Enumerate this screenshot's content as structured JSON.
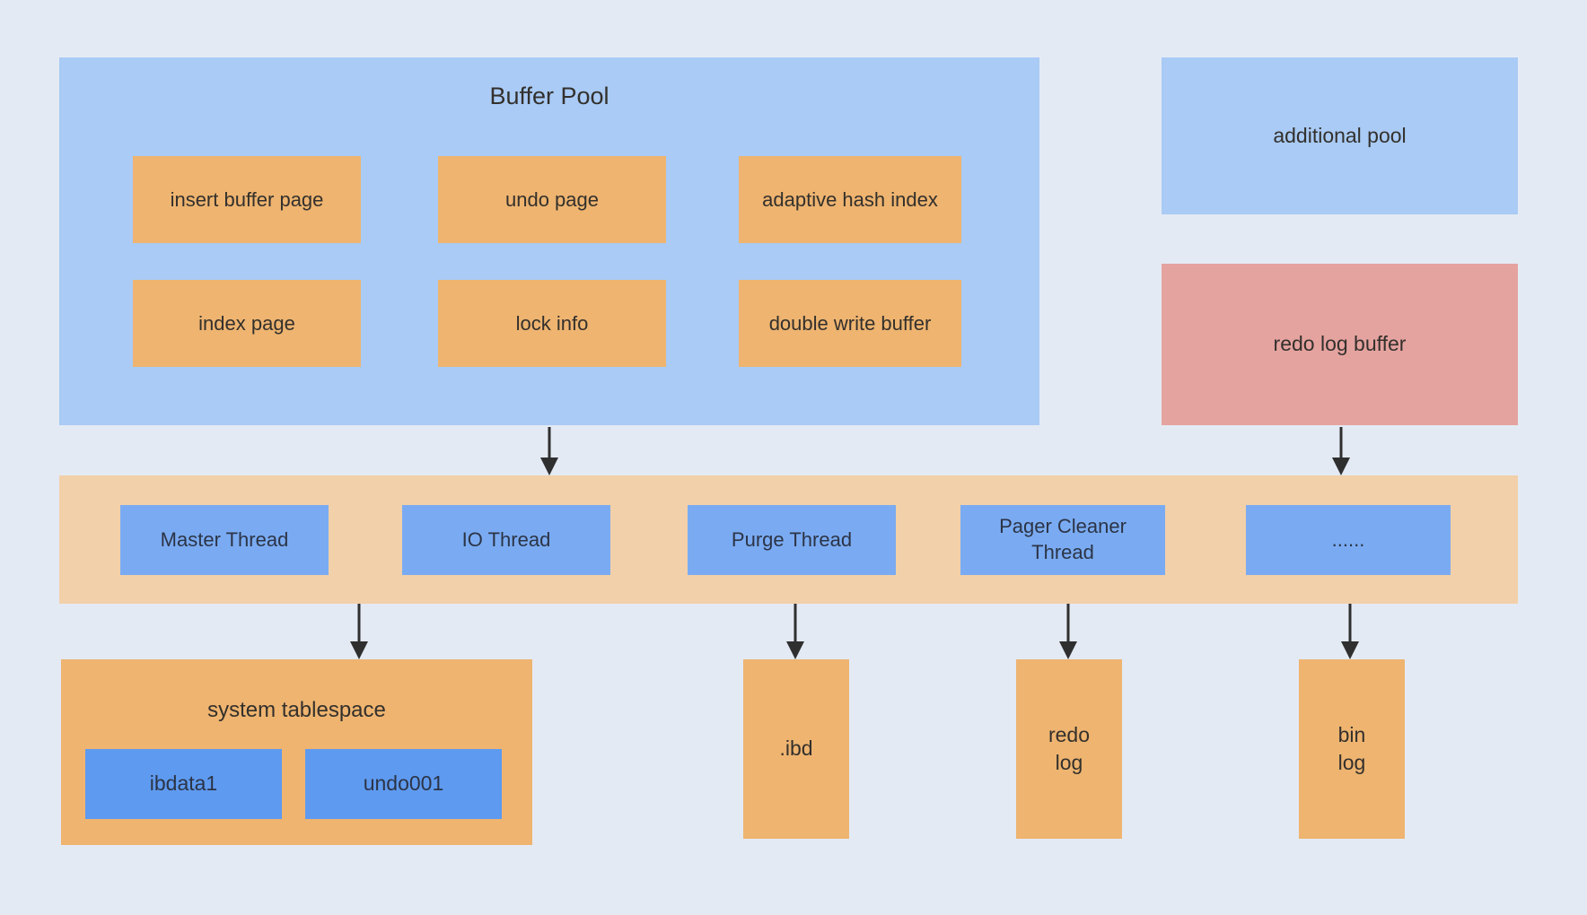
{
  "background_color": "#e4eaf4",
  "palette": {
    "pool_blue": "#a9cbf5",
    "thread_blue": "#7aabf2",
    "file_blue": "#5e9af0",
    "orange": "#eeb470",
    "light_orange": "#f2d0a9",
    "salmon": "#e5a3a0",
    "arrow": "#2f2f2f",
    "text": "#33302c"
  },
  "buffer_pool": {
    "title": "Buffer Pool",
    "cells": [
      {
        "label": "insert buffer page"
      },
      {
        "label": "undo page"
      },
      {
        "label": "adaptive hash index"
      },
      {
        "label": "index page"
      },
      {
        "label": "lock info"
      },
      {
        "label": "double write buffer"
      }
    ]
  },
  "side_blocks": {
    "additional_pool": "additional pool",
    "redo_log_buffer": "redo log buffer"
  },
  "thread_bar": {
    "threads": [
      {
        "label": "Master Thread"
      },
      {
        "label": "IO Thread"
      },
      {
        "label": "Purge Thread"
      },
      {
        "label": "Pager Cleaner Thread"
      },
      {
        "label": "......"
      }
    ]
  },
  "system_tablespace": {
    "title": "system tablespace",
    "files": [
      {
        "label": "ibdata1"
      },
      {
        "label": "undo001"
      }
    ]
  },
  "storage": [
    {
      "label": ".ibd"
    },
    {
      "label": "redo\nlog"
    },
    {
      "label": "bin\nlog"
    }
  ]
}
